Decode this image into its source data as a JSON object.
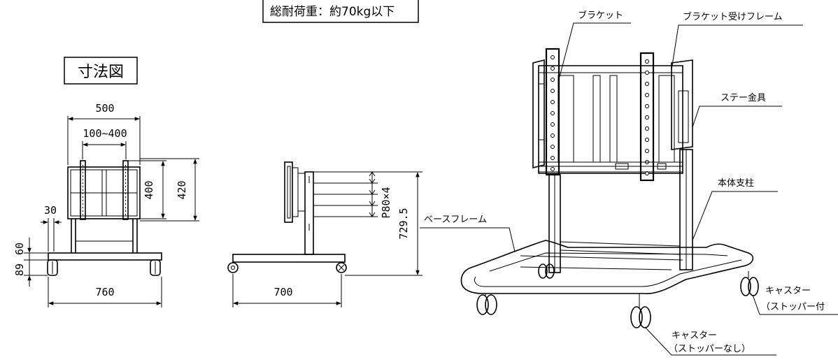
{
  "load_note": "総耐荷重：約70kg以下",
  "dimension_drawing_title": "寸法図",
  "front_view": {
    "width_outer": "500",
    "width_vesa": "100~400",
    "height_vesa": "400",
    "height_frame": "420",
    "stay_offset": "30",
    "dim_60": "60",
    "dim_89": "89",
    "base_width": "760"
  },
  "side_view": {
    "pitch": "P80×4",
    "height": "729.5",
    "base_depth": "700"
  },
  "parts": {
    "bracket": "ブラケット",
    "bracket_frame": "ブラケット受けフレーム",
    "stay": "ステー金具",
    "column": "本体支柱",
    "base_frame": "ベースフレーム",
    "caster_stopper_line1": "キャスター",
    "caster_stopper_line2": "（ストッパー付",
    "caster_no_stopper_line1": "キャスター",
    "caster_no_stopper_line2": "（ストッパーなし）"
  }
}
